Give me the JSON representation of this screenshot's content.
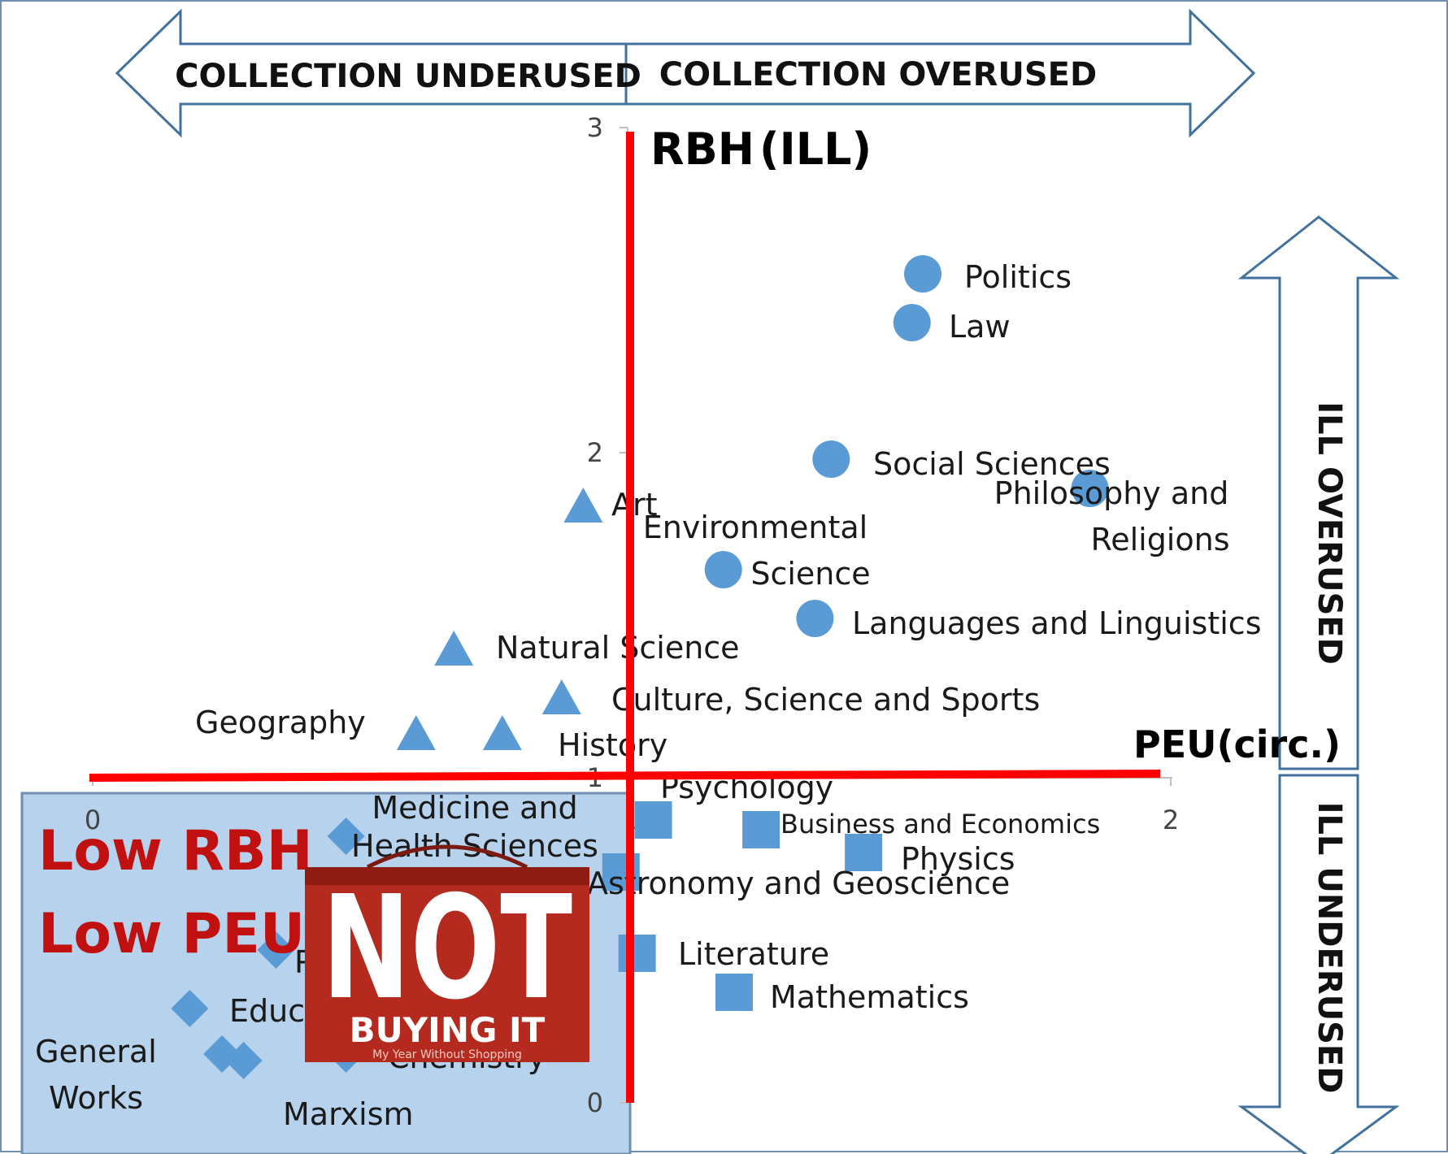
{
  "colors": {
    "marker": "#5b9bd5",
    "axis_line": "#ff0000",
    "arrow_stroke": "#41719c",
    "box_fill": "#b6d2ec",
    "box_stroke": "#6f8fb0",
    "low_text": "#c01010",
    "sign_red": "#b52a1e"
  },
  "banner": {
    "left_label": "COLLECTION UNDERUSED",
    "right_label": "COLLECTION  OVERUSED"
  },
  "side": {
    "top_label": "ILL OVERUSED",
    "bottom_label": "ILL UNDERUSED"
  },
  "axes": {
    "y_name": "RBH",
    "y_name_suffix": "(ILL)",
    "x_name": "PEU",
    "x_name_suffix": "(circ.)"
  },
  "quadrant": {
    "line1": "Low RBH",
    "line2": "Low PEU"
  },
  "sign": {
    "word1": "NOT",
    "word2": "BUYING IT",
    "small": "My Year Without Shopping",
    "icon": "not-buying-it-bag-image"
  },
  "chart_data": {
    "type": "scatter",
    "title": "",
    "xlabel": "PEU(circ.)",
    "ylabel": "RBH(ILL)",
    "xlim": [
      0,
      2
    ],
    "ylim": [
      0,
      3
    ],
    "xticks": [
      "0",
      "1",
      "2"
    ],
    "yticks": [
      "0",
      "1",
      "2",
      "3"
    ],
    "grid": false,
    "series": [
      {
        "marker": "circle",
        "points": [
          {
            "label": "Politics",
            "x": 1.54,
            "y": 2.55
          },
          {
            "label": "Law",
            "x": 1.52,
            "y": 2.4
          },
          {
            "label": "Social Sciences",
            "x": 1.37,
            "y": 1.98
          },
          {
            "label": "Philosophy and Religions",
            "x": 1.85,
            "y": 1.89
          },
          {
            "label": "Environmental Science",
            "x": 1.17,
            "y": 1.64
          },
          {
            "label": "Languages and Linguistics",
            "x": 1.34,
            "y": 1.49
          }
        ]
      },
      {
        "marker": "triangle",
        "points": [
          {
            "label": "Art",
            "x": 0.91,
            "y": 1.83
          },
          {
            "label": "Natural Science",
            "x": 0.67,
            "y": 1.39
          },
          {
            "label": "Culture, Science and Sports",
            "x": 0.87,
            "y": 1.24
          },
          {
            "label": "Geography",
            "x": 0.6,
            "y": 1.13
          },
          {
            "label": "History",
            "x": 0.76,
            "y": 1.13
          }
        ]
      },
      {
        "marker": "square",
        "points": [
          {
            "label": "Psychology",
            "x": 1.04,
            "y": 0.87
          },
          {
            "label": "Business and Economics",
            "x": 1.24,
            "y": 0.84
          },
          {
            "label": "Physics",
            "x": 1.43,
            "y": 0.77
          },
          {
            "label": "Astronomy and Geoscience",
            "x": 0.98,
            "y": 0.71
          },
          {
            "label": "Literature",
            "x": 1.01,
            "y": 0.46
          },
          {
            "label": "Mathematics",
            "x": 1.19,
            "y": 0.34
          }
        ]
      },
      {
        "marker": "diamond",
        "points": [
          {
            "label": "Medicine and Health Sciences",
            "x": 0.47,
            "y": 0.82
          },
          {
            "label": "Pharmacology",
            "x": 0.34,
            "y": 0.47
          },
          {
            "label": "Education",
            "x": 0.18,
            "y": 0.29
          },
          {
            "label": "General Works",
            "x": 0.24,
            "y": 0.15
          },
          {
            "label": "Marxism",
            "x": 0.28,
            "y": 0.13
          },
          {
            "label": "Chemistry",
            "x": 0.47,
            "y": 0.15
          }
        ]
      }
    ]
  }
}
